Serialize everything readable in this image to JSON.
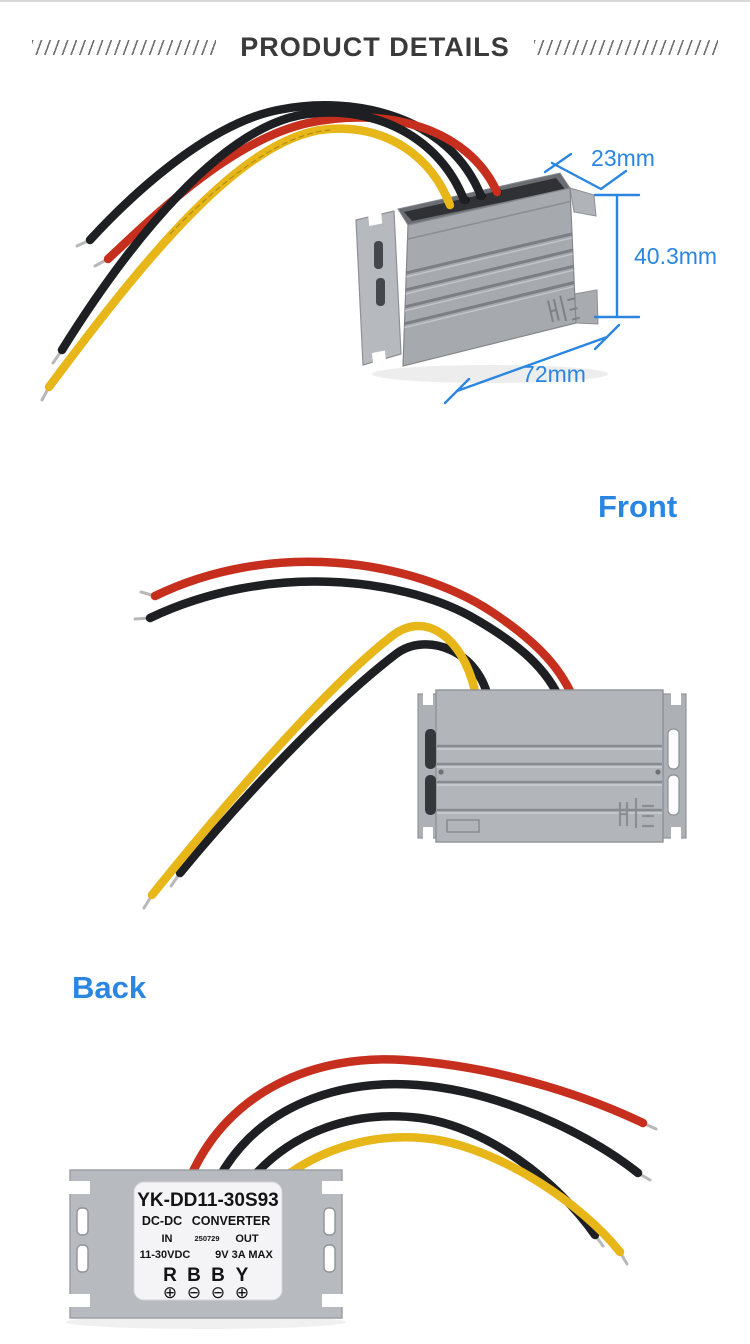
{
  "header": {
    "title": "PRODUCT DETAILS"
  },
  "views": {
    "front_label": "Front",
    "back_label": "Back"
  },
  "dimensions": {
    "depth": "23mm",
    "height": "40.3mm",
    "width": "72mm"
  },
  "device_label": {
    "model": "YK-DD11-30S93",
    "type1": "DC-DC",
    "type2": "CONVERTER",
    "in": "IN",
    "code": "250729",
    "out": "OUT",
    "input_spec": "11-30VDC",
    "output_spec": "9V 3A MAX",
    "terminals": [
      "R",
      "B",
      "B",
      "Y"
    ],
    "terminal_symbols": [
      "⊕",
      "⊖",
      "⊖",
      "⊕"
    ]
  },
  "colors": {
    "accent_blue": "#2a86e0",
    "title_gray": "#3a3a3a",
    "wire_red": "#c62f1e",
    "wire_yellow": "#e7b619",
    "wire_black": "#1e1f22",
    "device_gray": "#a9adb1",
    "label_bg": "#f4f4f6"
  }
}
